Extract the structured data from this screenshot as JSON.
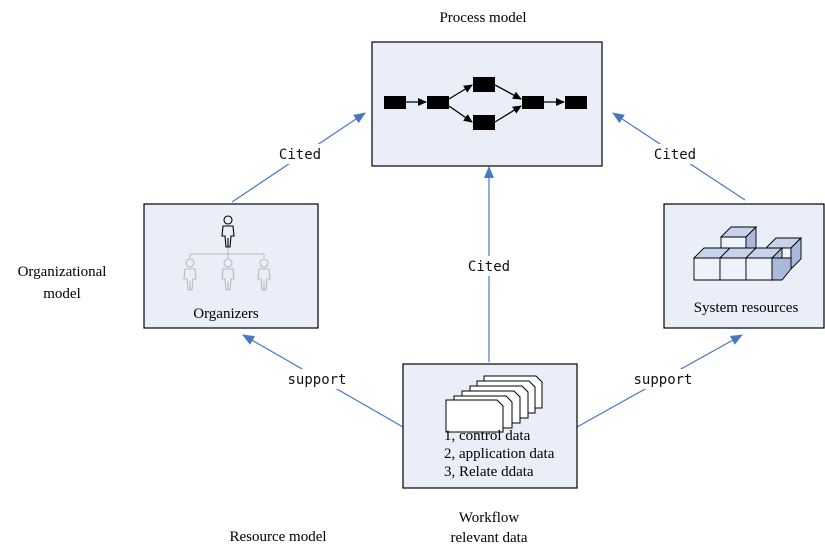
{
  "labels": {
    "process_model": "Process model",
    "organizational_model_line1": "Organizational",
    "organizational_model_line2": "model",
    "resource_model": "Resource model",
    "workflow_line1": "Workflow",
    "workflow_line2": "relevant data"
  },
  "boxes": {
    "organizers": "Organizers",
    "system_resources": "System resources",
    "data_items": [
      "1, control data",
      "2, application data",
      "3, Relate ddata"
    ]
  },
  "arrows": {
    "cited_left": "Cited",
    "cited_center": "Cited",
    "cited_right": "Cited",
    "support_left": "support",
    "support_right": "support"
  },
  "colors": {
    "box_fill": "#e9eef8",
    "arrow": "#4a78c0",
    "icon_grey": "#b9b9b9"
  }
}
